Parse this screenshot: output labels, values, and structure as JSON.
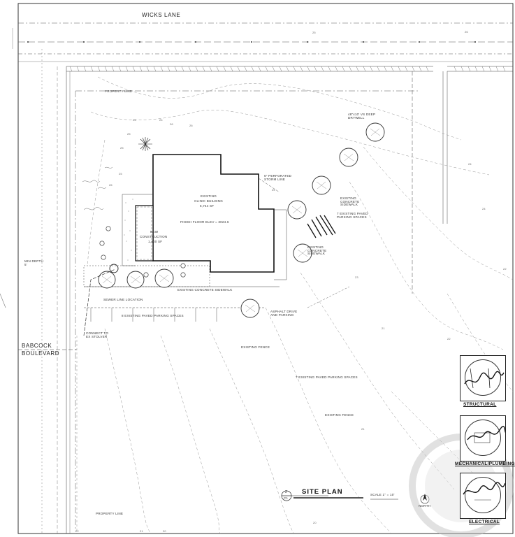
{
  "streets": {
    "north": "WICKS LANE",
    "west_line1": "BABCOCK",
    "west_line2": "BOULEVARD"
  },
  "building": {
    "existing_line1": "EXISTING",
    "existing_line2": "CLINIC BUILDING",
    "existing_area": "5,744 SF",
    "finish_floor": "FINISH FLOOR ELEV = 3024.6",
    "new_line1": "NEW",
    "new_line2": "CONSTRUCTION",
    "new_area": "1,400 SF"
  },
  "notes": {
    "property_line_top": "PROPERTY LINE",
    "property_line_bottom": "PROPERTY LINE",
    "storm_line": "6\" PERFORATED STORM LINE",
    "sidewalk_east": "EXISTING CONCRETE SIDEWALK",
    "parking_east": "7 EXISTING PAVED PARKING SPACES",
    "sidewalk_south": "EXISTING CONCRETE SIDEWALK",
    "parking_south": "8 EXISTING PAVED PARKING SPACES",
    "asphalt": "ASPHALT DRIVE AND PARKING",
    "fence_1": "EXISTING FENCE",
    "fence_2": "EXISTING FENCE",
    "parking_center": "7 EXISTING PAVED PARKING SPACES",
    "drywell": "48\"x10' VS DEEP DRYWELL",
    "sidewalk_mid": "EXISTING CONCRETE SIDEWALK",
    "sewer": "SEWER LINE LOCATION",
    "connect": "CONNECT TO EX STOLVER",
    "depth": "MIN DEPTH 5'"
  },
  "contours": [
    "25",
    "26",
    "25",
    "24",
    "25",
    "26",
    "25",
    "26",
    "25",
    "24",
    "25",
    "26",
    "24",
    "23",
    "22",
    "21",
    "22",
    "21",
    "20",
    "20",
    "21",
    "22"
  ],
  "title": {
    "text": "SITE PLAN",
    "callout_num": "2",
    "callout_sheet": "C1",
    "scale": "SCALE 1\" = 10'",
    "north": "NORTH"
  },
  "stamps": [
    {
      "caption": "STRUCTURAL"
    },
    {
      "caption": "MECHANICAL/PLUMBING"
    },
    {
      "caption": "ELECTRICAL"
    }
  ],
  "colors": {
    "ink": "#222222",
    "paper": "#ffffff",
    "seal_grey": "#b8b8b8"
  }
}
